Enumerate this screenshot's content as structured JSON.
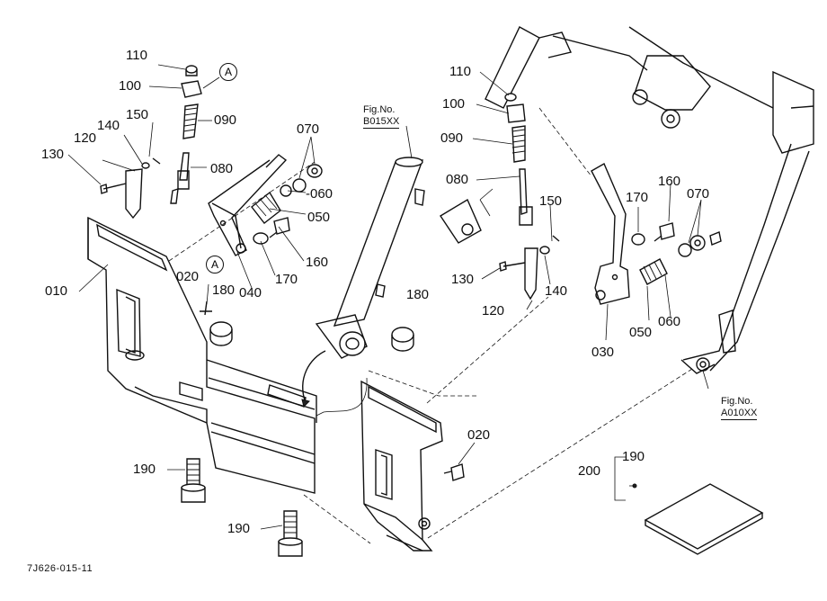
{
  "drawing_code": "7J626-015-11",
  "callout_letter": "A",
  "fig_refs": {
    "upper": {
      "title": "Fig.No.",
      "code": "B015XX"
    },
    "lower": {
      "title": "Fig.No.",
      "code": "A010XX"
    }
  },
  "parts_left": {
    "p110": "110",
    "p100": "100",
    "p090": "090",
    "p150": "150",
    "p140": "140",
    "p120": "120",
    "p130": "130",
    "p080": "080",
    "p070": "070",
    "p060": "-060",
    "p050": "050",
    "p160": "160",
    "p170": "170",
    "p040": "040",
    "p180": "180",
    "p020": "020",
    "p010": "010",
    "p190a": "190",
    "p190b": "190"
  },
  "parts_right": {
    "p110": "110",
    "p100": "100",
    "p090": "090",
    "p080": "080",
    "p150": "150",
    "p130": "130",
    "p140": "140",
    "p120": "120",
    "p180": "180",
    "p170": "170",
    "p160": "160",
    "p070": "070",
    "p050": "050",
    "p060": "060",
    "p030": "030",
    "p020": "020",
    "p200": "200",
    "p190": "190"
  }
}
